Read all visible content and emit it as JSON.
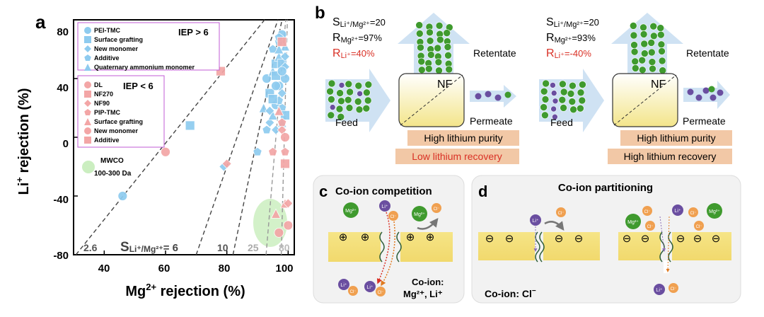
{
  "panel_a": {
    "letter": "a",
    "xlabel": "Mg",
    "xlabel_sup": "2+",
    "xlabel_tail": " rejection (%)",
    "ylabel": "Li",
    "ylabel_sup": "+",
    "ylabel_tail": " rejection (%)",
    "x_ticks": [
      "40",
      "60",
      "80",
      "100"
    ],
    "y_ticks": [
      "80",
      "40",
      "0",
      "-40",
      "-80"
    ],
    "selectivity_prefix": "S",
    "selectivity_sub": "Li⁺/Mg²⁺",
    "selectivity_suffix": "= 6",
    "line_labels": [
      "2.6",
      "10",
      "25",
      "80"
    ],
    "legend_high": {
      "title": "IEP > 6",
      "items": [
        "PEI-TMC",
        "Surface grafting",
        "New monomer",
        "Additive",
        "Quaternary ammonium monomer"
      ],
      "color": "#8ecbef"
    },
    "legend_low": {
      "title": "IEP < 6",
      "items": [
        "DL",
        "NF270",
        "NF90",
        "PIP-TMC",
        "Surface grafting",
        "New monomer",
        "Additive"
      ],
      "color": "#f3a6a6"
    },
    "mwco_label": "MWCO",
    "mwco_range": "100-300 Da"
  },
  "chart_data": {
    "type": "scatter",
    "xlabel": "Mg²⁺ rejection (%)",
    "ylabel": "Li⁺ rejection (%)",
    "xlim": [
      30,
      102
    ],
    "ylim": [
      -80,
      80
    ],
    "selectivity_lines": [
      2.6,
      6,
      10,
      25,
      80
    ],
    "series": [
      {
        "name": "IEP > 6",
        "color": "#8ecbef",
        "x": [
          46,
          68,
          79,
          90,
          92,
          93,
          94,
          94,
          95,
          95,
          96,
          96,
          96,
          97,
          97,
          97,
          98,
          98,
          98,
          99,
          99,
          99,
          99,
          97,
          95,
          98,
          96,
          99,
          97,
          98,
          96,
          95,
          94,
          93,
          97,
          98
        ],
        "y": [
          -40,
          8,
          -20,
          -10,
          20,
          40,
          30,
          10,
          60,
          45,
          22,
          50,
          5,
          65,
          55,
          35,
          50,
          30,
          20,
          62,
          40,
          15,
          48,
          25,
          15,
          70,
          42,
          55,
          68,
          10,
          35,
          26,
          18,
          5,
          60,
          45
        ]
      },
      {
        "name": "IEP < 6",
        "color": "#f3a6a6",
        "x": [
          60,
          78,
          80,
          95,
          96,
          97,
          98,
          98,
          99,
          99,
          100,
          99,
          100,
          98,
          97,
          99
        ],
        "y": [
          -10,
          45,
          -18,
          -10,
          -52,
          -65,
          65,
          5,
          -10,
          -45,
          -60,
          -18,
          -45,
          10,
          18,
          0
        ]
      }
    ]
  },
  "panel_b": {
    "letter": "b",
    "left": {
      "s_prefix": "S",
      "s_sub": "Li⁺/Mg²⁺",
      "s_val": "=20",
      "r_mg_prefix": "R",
      "r_mg_sub": "Mg²⁺",
      "r_mg_val": "=97%",
      "r_li_prefix": "R",
      "r_li_sub": "Li⁺",
      "r_li_val": "=40%",
      "nf": "NF",
      "retentate": "Retentate",
      "feed": "Feed",
      "permeate": "Permeate",
      "box1": "High lithium purity",
      "box2": "Low lithium recovery",
      "box2_color": "#d93025"
    },
    "right": {
      "s_prefix": "S",
      "s_sub": "Li⁺/Mg²⁺",
      "s_val": "=20",
      "r_mg_prefix": "R",
      "r_mg_sub": "Mg²⁺",
      "r_mg_val": "=93%",
      "r_li_prefix": "R",
      "r_li_sub": "Li⁺",
      "r_li_val": "=-40%",
      "nf": "NF",
      "retentate": "Retentate",
      "feed": "Feed",
      "permeate": "Permeate",
      "box1": "High lithium purity",
      "box2": "High lithium recovery",
      "box2_color": "#111111"
    }
  },
  "panel_c": {
    "letter": "c",
    "title": "Co-ion competition",
    "ion_mg": "Mg²⁺",
    "ion_li": "Li⁺",
    "ion_cl": "Cl⁻",
    "coion_label": "Co-ion:",
    "coion_ions": "Mg²⁺, Li⁺",
    "charge_symbol": "⊕"
  },
  "panel_d": {
    "letter": "d",
    "title": "Co-ion partitioning",
    "ion_mg": "Mg²⁺",
    "ion_li": "Li⁺",
    "ion_cl": "Cl⁻",
    "coion_label": "Co-ion: Cl",
    "coion_sup": "−",
    "charge_symbol": "⊖"
  },
  "colors": {
    "mg_ion": "#3f9a2e",
    "li_ion": "#6a4ea0",
    "cl_ion": "#f0a050",
    "membrane": "#f4e07a",
    "arrow_fill": "#cfe2f3",
    "label_box": "#f2c8a6",
    "legend_border": "#c15bd6",
    "mwco": "#cbeec0",
    "red_text": "#d93025"
  }
}
